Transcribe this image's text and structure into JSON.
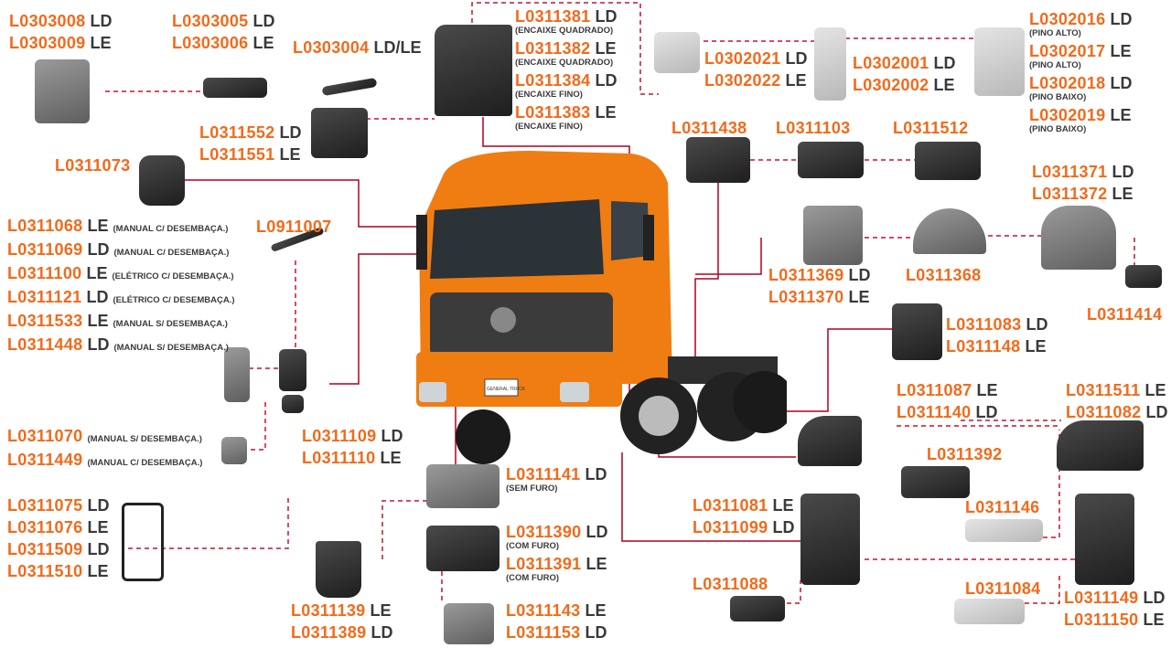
{
  "colors": {
    "code": "#f26a1b",
    "side": "#3a3a3a",
    "leader": "#c8102e",
    "truck": "#f07d12"
  },
  "truck_badge": "GENERAL TRUCK",
  "groups": [
    {
      "lines": [
        {
          "code": "L0303008",
          "side": "LD"
        },
        {
          "code": "L0303009",
          "side": "LE"
        }
      ]
    },
    {
      "lines": [
        {
          "code": "L0303005",
          "side": "LD"
        },
        {
          "code": "L0303006",
          "side": "LE"
        }
      ]
    },
    {
      "lines": [
        {
          "code": "L0303004",
          "side": "LD/LE"
        }
      ]
    },
    {
      "lines": [
        {
          "code": "L0311552",
          "side": "LD"
        },
        {
          "code": "L0311551",
          "side": "LE"
        }
      ]
    },
    {
      "lines": [
        {
          "code": "L0311381",
          "side": "LD",
          "note": "(ENCAIXE QUADRADO)",
          "block": true
        },
        {
          "code": "L0311382",
          "side": "LE",
          "note": "(ENCAIXE QUADRADO)",
          "block": true
        },
        {
          "code": "L0311384",
          "side": "LD",
          "note": "(ENCAIXE FINO)",
          "block": true
        },
        {
          "code": "L0311383",
          "side": "LE",
          "note": "(ENCAIXE FINO)",
          "block": true
        }
      ]
    },
    {
      "lines": [
        {
          "code": "L0302021",
          "side": "LD"
        },
        {
          "code": "L0302022",
          "side": "LE"
        }
      ]
    },
    {
      "lines": [
        {
          "code": "L0302001",
          "side": "LD"
        },
        {
          "code": "L0302002",
          "side": "LE"
        }
      ]
    },
    {
      "lines": [
        {
          "code": "L0302016",
          "side": "LD",
          "note": "(PINO ALTO)",
          "block": true
        },
        {
          "code": "L0302017",
          "side": "LE",
          "note": "(PINO ALTO)",
          "block": true
        },
        {
          "code": "L0302018",
          "side": "LD",
          "note": "(PINO BAIXO)",
          "block": true
        },
        {
          "code": "L0302019",
          "side": "LE",
          "note": "(PINO BAIXO)",
          "block": true
        }
      ]
    },
    {
      "lines": [
        {
          "code": "L0311073"
        }
      ]
    },
    {
      "lines": [
        {
          "code": "L0311438"
        }
      ]
    },
    {
      "lines": [
        {
          "code": "L0311103"
        }
      ]
    },
    {
      "lines": [
        {
          "code": "L0311512"
        }
      ]
    },
    {
      "lines": [
        {
          "code": "L0311371",
          "side": "LD"
        },
        {
          "code": "L0311372",
          "side": "LE"
        }
      ]
    },
    {
      "lines": [
        {
          "code": "L0311068",
          "side": "LE",
          "note": "(MANUAL C/ DESEMBAÇA.)"
        },
        {
          "code": "L0311069",
          "side": "LD",
          "note": "(MANUAL C/ DESEMBAÇA.)"
        },
        {
          "code": "L0311100",
          "side": "LE",
          "note": "(ELÉTRICO C/ DESEMBAÇA.)"
        },
        {
          "code": "L0311121",
          "side": "LD",
          "note": "(ELÉTRICO C/ DESEMBAÇA.)"
        },
        {
          "code": "L0311533",
          "side": "LE",
          "note": "(MANUAL S/ DESEMBAÇA.)"
        },
        {
          "code": "L0311448",
          "side": "LD",
          "note": "(MANUAL S/ DESEMBAÇA.)"
        }
      ]
    },
    {
      "lines": [
        {
          "code": "L0911007"
        }
      ]
    },
    {
      "lines": [
        {
          "code": "L0311369",
          "side": "LD"
        },
        {
          "code": "L0311370",
          "side": "LE"
        }
      ]
    },
    {
      "lines": [
        {
          "code": "L0311368"
        }
      ]
    },
    {
      "lines": [
        {
          "code": "L0311414"
        }
      ]
    },
    {
      "lines": [
        {
          "code": "L0311083",
          "side": "LD"
        },
        {
          "code": "L0311148",
          "side": "LE"
        }
      ]
    },
    {
      "lines": [
        {
          "code": "L0311087",
          "side": "LE"
        },
        {
          "code": "L0311140",
          "side": "LD"
        }
      ]
    },
    {
      "lines": [
        {
          "code": "L0311511",
          "side": "LE"
        },
        {
          "code": "L0311082",
          "side": "LD"
        }
      ]
    },
    {
      "lines": [
        {
          "code": "L0311070",
          "note": "(MANUAL S/ DESEMBAÇA.)"
        },
        {
          "code": "L0311449",
          "note": "(MANUAL C/ DESEMBAÇA.)"
        }
      ]
    },
    {
      "lines": [
        {
          "code": "L0311109",
          "side": "LD"
        },
        {
          "code": "L0311110",
          "side": "LE"
        }
      ]
    },
    {
      "lines": [
        {
          "code": "L0311392"
        }
      ]
    },
    {
      "lines": [
        {
          "code": "L0311141",
          "side": "LD",
          "note": "(SEM FURO)",
          "block": true
        }
      ]
    },
    {
      "lines": [
        {
          "code": "L0311075",
          "side": "LD"
        },
        {
          "code": "L0311076",
          "side": "LE"
        },
        {
          "code": "L0311509",
          "side": "LD"
        },
        {
          "code": "L0311510",
          "side": "LE"
        }
      ]
    },
    {
      "lines": [
        {
          "code": "L0311081",
          "side": "LE"
        },
        {
          "code": "L0311099",
          "side": "LD"
        }
      ]
    },
    {
      "lines": [
        {
          "code": "L0311146"
        }
      ]
    },
    {
      "lines": [
        {
          "code": "L0311390",
          "side": "LD",
          "note": "(COM FURO)",
          "block": true
        },
        {
          "code": "L0311391",
          "side": "LE",
          "note": "(COM FURO)",
          "block": true
        }
      ]
    },
    {
      "lines": [
        {
          "code": "L0311088"
        }
      ]
    },
    {
      "lines": [
        {
          "code": "L0311084"
        }
      ]
    },
    {
      "lines": [
        {
          "code": "L0311149",
          "side": "LD"
        },
        {
          "code": "L0311150",
          "side": "LE"
        }
      ]
    },
    {
      "lines": [
        {
          "code": "L0311143",
          "side": "LE"
        },
        {
          "code": "L0311153",
          "side": "LD"
        }
      ]
    },
    {
      "lines": [
        {
          "code": "L0311139",
          "side": "LE"
        },
        {
          "code": "L0311389",
          "side": "LD"
        }
      ]
    }
  ]
}
